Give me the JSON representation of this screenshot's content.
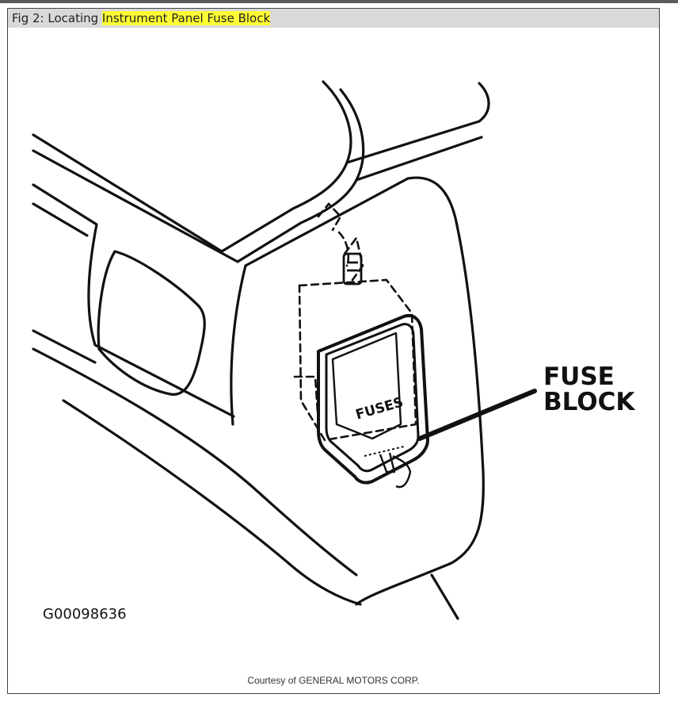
{
  "figure": {
    "caption_prefix": "Fig 2: Locating ",
    "caption_highlight": "Instrument Panel Fuse Block",
    "highlight_color": "#ffff33"
  },
  "diagram": {
    "callout_line1": "FUSE",
    "callout_line2": "BLOCK",
    "fuse_label": "FUSES",
    "figure_code": "G00098636"
  },
  "credit": "Courtesy of GENERAL MOTORS CORP."
}
